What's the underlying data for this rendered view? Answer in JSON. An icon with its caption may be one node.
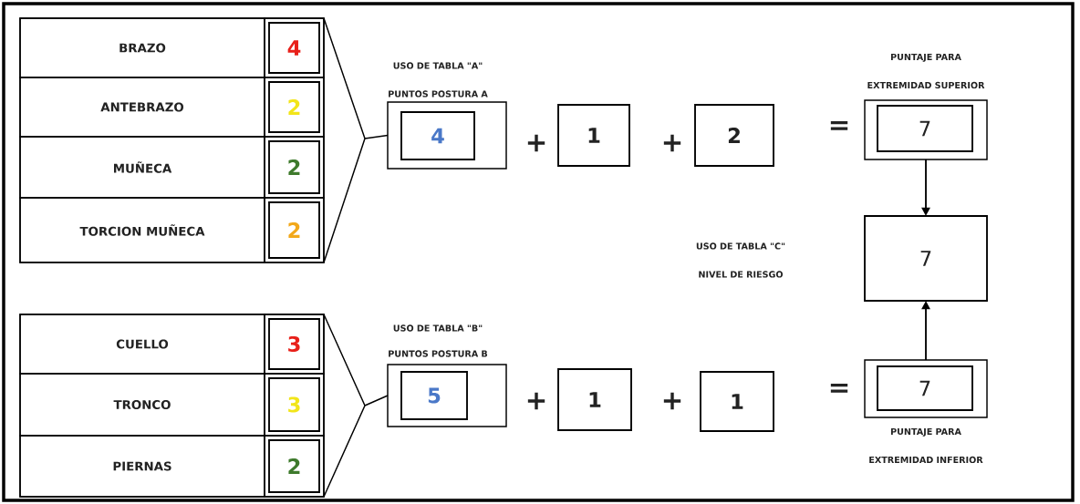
{
  "diagram": {
    "nodes": [
      {
        "text": [],
        "shape": "box"
      },
      {
        "text": [
          "BRAZO"
        ],
        "in": 0
      },
      {
        "text": [
          "4"
        ],
        "in": 0
      },
      {
        "text": [
          "ANTEBRAZO"
        ],
        "in": 0
      },
      {
        "text": [
          "2"
        ],
        "in": 0
      },
      {
        "text": [
          "MUÑECA"
        ],
        "in": 0
      },
      {
        "text": [
          "2"
        ],
        "in": 0
      },
      {
        "text": [
          "TORCION MUÑECA"
        ],
        "in": 0
      },
      {
        "text": [
          "2"
        ],
        "in": 0
      },
      {
        "text": [],
        "shape": "box",
        "beside": [
          "USO DE TABLA \"A\"",
          "PUNTOS POSTURA A"
        ]
      },
      {
        "text": [
          "4"
        ],
        "in": 9
      },
      {
        "text": [
          "1"
        ]
      },
      {
        "text": [
          "2"
        ]
      },
      {
        "text": [],
        "shape": "box",
        "beside": [
          "PUNTAJE PARA EXTREMIDAD SUPERIOR"
        ]
      },
      {
        "text": [
          "7"
        ],
        "in": 13
      },
      {
        "text": [
          "7"
        ],
        "beside": [
          "USO DE TABLA \"C\"",
          "NIVEL DE RIESGO"
        ]
      },
      {
        "text": [],
        "shape": "box"
      },
      {
        "text": [
          "CUELLO"
        ],
        "in": 16
      },
      {
        "text": [
          "3"
        ],
        "in": 16
      },
      {
        "text": [
          "TRONCO"
        ],
        "in": 16
      },
      {
        "text": [
          "3"
        ],
        "in": 16
      },
      {
        "text": [
          "PIERNAS"
        ],
        "in": 16
      },
      {
        "text": [
          "2"
        ],
        "in": 16
      },
      {
        "text": [],
        "shape": "box",
        "beside": [
          "USO DE TABLA \"B\"",
          "PUNTOS POSTURA B"
        ]
      },
      {
        "text": [
          "5"
        ],
        "in": 23
      },
      {
        "text": [
          "1"
        ]
      },
      {
        "text": [
          "1"
        ]
      },
      {
        "text": [],
        "shape": "box",
        "beside": [
          "PUNTAJE PARA EXTREMIDAD INFERIOR"
        ]
      },
      {
        "text": [
          "7"
        ],
        "in": 27
      }
    ],
    "edges": [
      {
        "from": 0,
        "to": 9,
        "arrow": "none"
      },
      {
        "from": 16,
        "to": 23,
        "arrow": "none"
      },
      {
        "from": 13,
        "to": 15,
        "arrow": "to"
      },
      {
        "from": 27,
        "to": 15,
        "arrow": "to"
      }
    ],
    "labels": [
      "+",
      "+",
      "=",
      "+",
      "+",
      "="
    ]
  }
}
